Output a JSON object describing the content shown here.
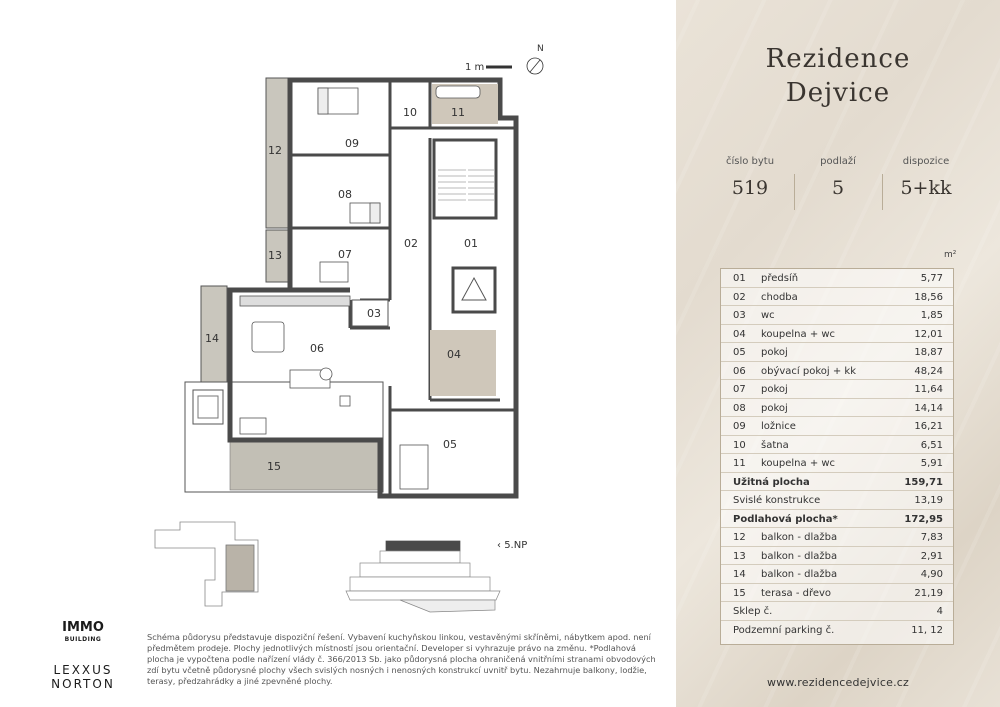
{
  "brand": {
    "line1": "Rezidence",
    "line2": "Dejvice"
  },
  "meta": {
    "unit_label": "číslo bytu",
    "unit_value": "519",
    "floor_label": "podlaží",
    "floor_value": "5",
    "layout_label": "dispozice",
    "layout_value": "5+kk"
  },
  "area_unit": "m²",
  "rooms": [
    {
      "no": "01",
      "name": "předsíň",
      "area": "5,77"
    },
    {
      "no": "02",
      "name": "chodba",
      "area": "18,56"
    },
    {
      "no": "03",
      "name": "wc",
      "area": "1,85"
    },
    {
      "no": "04",
      "name": "koupelna + wc",
      "area": "12,01"
    },
    {
      "no": "05",
      "name": "pokoj",
      "area": "18,87"
    },
    {
      "no": "06",
      "name": "obývací pokoj + kk",
      "area": "48,24"
    },
    {
      "no": "07",
      "name": "pokoj",
      "area": "11,64"
    },
    {
      "no": "08",
      "name": "pokoj",
      "area": "14,14"
    },
    {
      "no": "09",
      "name": "ložnice",
      "area": "16,21"
    },
    {
      "no": "10",
      "name": "šatna",
      "area": "6,51"
    },
    {
      "no": "11",
      "name": "koupelna + wc",
      "area": "5,91"
    }
  ],
  "totals": {
    "usable_label": "Užitná plocha",
    "usable": "159,71",
    "walls_label": "Svislé konstrukce",
    "walls": "13,19",
    "floor_label": "Podlahová plocha*",
    "floor": "172,95"
  },
  "outdoor": [
    {
      "no": "12",
      "name": "balkon - dlažba",
      "area": "7,83"
    },
    {
      "no": "13",
      "name": "balkon - dlažba",
      "area": "2,91"
    },
    {
      "no": "14",
      "name": "balkon - dlažba",
      "area": "4,90"
    },
    {
      "no": "15",
      "name": "terasa - dřevo",
      "area": "21,19"
    }
  ],
  "extra": {
    "cellar_label": "Sklep č.",
    "cellar": "4",
    "parking_label": "Podzemní parking č.",
    "parking": "11, 12"
  },
  "website": "www.rezidencedejvice.cz",
  "note": "Schéma půdorysu představuje dispoziční řešení. Vybavení kuchyňskou linkou, vestavěnými skříněmi, nábytkem apod. není předmětem prodeje. Plochy jednotlivých místností jsou orientační. Developer si vyhrazuje právo na změnu. *Podlahová plocha je vypočtena podle nařízení vlády č. 366/2013 Sb. jako půdorysná plocha ohraničená vnitřními stranami obvodových zdí bytu včetně půdorysné plochy všech svislých nosných i nenosných konstrukcí uvnitř bytu. Nezahrnuje balkony, lodžie, terasy, předzahrádky a jiné zpevněné plochy.",
  "logos": {
    "immo_top": "IMMO",
    "immo_bottom": "BUILDING",
    "lexxus_1": "LEXXUS",
    "lexxus_2": "NORTON"
  },
  "plan": {
    "scale": "1 m",
    "north": "N",
    "floor_tag": "5.NP",
    "labels": {
      "r01": "01",
      "r02": "02",
      "r03": "03",
      "r04": "04",
      "r05": "05",
      "r06": "06",
      "r07": "07",
      "r08": "08",
      "r09": "09",
      "r10": "10",
      "r11": "11",
      "r12": "12",
      "r13": "13",
      "r14": "14",
      "r15": "15"
    }
  },
  "colors": {
    "wall": "#4a4a4a",
    "balcony": "#c9c6bd",
    "terrace": "#c2bfb5",
    "bath": "#cfc7ba",
    "panel": "#e6dfd3",
    "accent": "#b9ad98"
  }
}
